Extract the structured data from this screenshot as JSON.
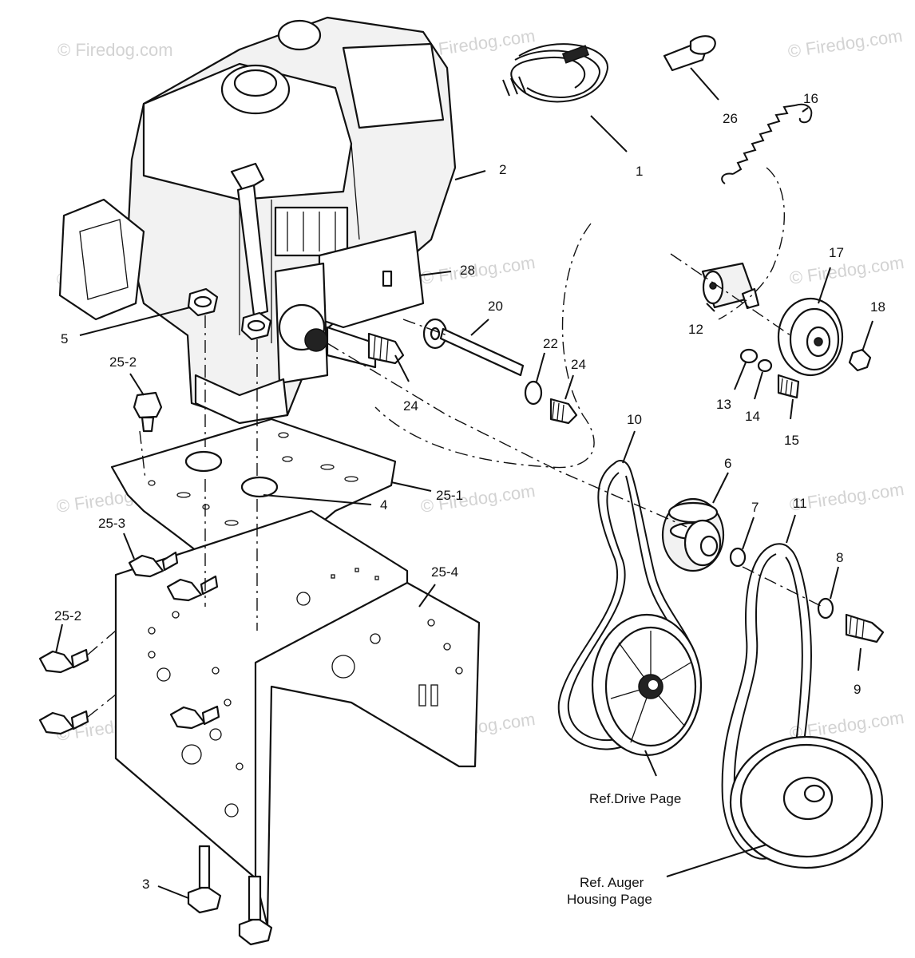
{
  "watermark": "© Firedog.com",
  "callouts": [
    {
      "id": "1",
      "label": "1"
    },
    {
      "id": "2",
      "label": "2"
    },
    {
      "id": "3",
      "label": "3"
    },
    {
      "id": "4",
      "label": "4"
    },
    {
      "id": "5",
      "label": "5"
    },
    {
      "id": "6",
      "label": "6"
    },
    {
      "id": "7",
      "label": "7"
    },
    {
      "id": "8",
      "label": "8"
    },
    {
      "id": "9",
      "label": "9"
    },
    {
      "id": "10",
      "label": "10"
    },
    {
      "id": "11",
      "label": "11"
    },
    {
      "id": "12",
      "label": "12"
    },
    {
      "id": "13",
      "label": "13"
    },
    {
      "id": "14",
      "label": "14"
    },
    {
      "id": "15",
      "label": "15"
    },
    {
      "id": "16",
      "label": "16"
    },
    {
      "id": "17",
      "label": "17"
    },
    {
      "id": "18",
      "label": "18"
    },
    {
      "id": "20",
      "label": "20"
    },
    {
      "id": "22",
      "label": "22"
    },
    {
      "id": "24a",
      "label": "24"
    },
    {
      "id": "24b",
      "label": "24"
    },
    {
      "id": "25-1",
      "label": "25-1"
    },
    {
      "id": "25-2a",
      "label": "25-2"
    },
    {
      "id": "25-2b",
      "label": "25-2"
    },
    {
      "id": "25-3",
      "label": "25-3"
    },
    {
      "id": "25-4",
      "label": "25-4"
    },
    {
      "id": "26",
      "label": "26"
    },
    {
      "id": "28",
      "label": "28"
    }
  ],
  "notes": {
    "drive_ref": "Ref.Drive Page",
    "auger_ref_line1": "Ref. Auger",
    "auger_ref_line2": "Housing Page"
  }
}
